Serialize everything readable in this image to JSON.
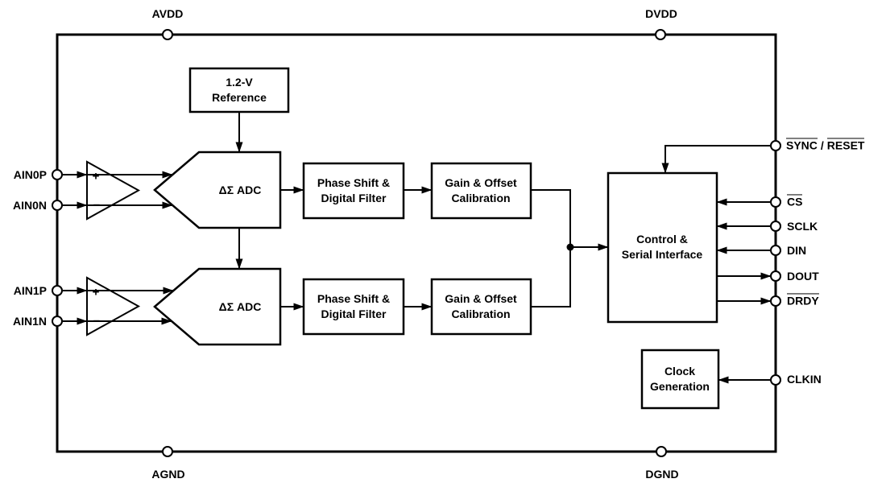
{
  "figure": {
    "blocks": {
      "reference": {
        "line1": "1.2-V",
        "line2": "Reference"
      },
      "adc_ch0": {
        "label": "ΔΣ ADC"
      },
      "adc_ch1": {
        "label": "ΔΣ ADC"
      },
      "filter_ch0": {
        "line1": "Phase Shift &",
        "line2": "Digital Filter"
      },
      "filter_ch1": {
        "line1": "Phase Shift &",
        "line2": "Digital Filter"
      },
      "cal_ch0": {
        "line1": "Gain & Offset",
        "line2": "Calibration"
      },
      "cal_ch1": {
        "line1": "Gain & Offset",
        "line2": "Calibration"
      },
      "control": {
        "line1": "Control &",
        "line2": "Serial Interface"
      },
      "clock": {
        "line1": "Clock",
        "line2": "Generation"
      }
    },
    "amplifiers": {
      "plus": "+",
      "minus": "−"
    },
    "pins": {
      "avdd": "AVDD",
      "dvdd": "DVDD",
      "agnd": "AGND",
      "dgnd": "DGND",
      "ain0p": "AIN0P",
      "ain0n": "AIN0N",
      "ain1p": "AIN1P",
      "ain1n": "AIN1N",
      "sync": "SYNC",
      "sync_separator": "/",
      "reset": "RESET",
      "cs": "CS",
      "sclk": "SCLK",
      "din": "DIN",
      "dout": "DOUT",
      "drdy": "DRDY",
      "clkin": "CLKIN"
    },
    "colors": {
      "line": "#000000",
      "background": "#ffffff"
    }
  }
}
